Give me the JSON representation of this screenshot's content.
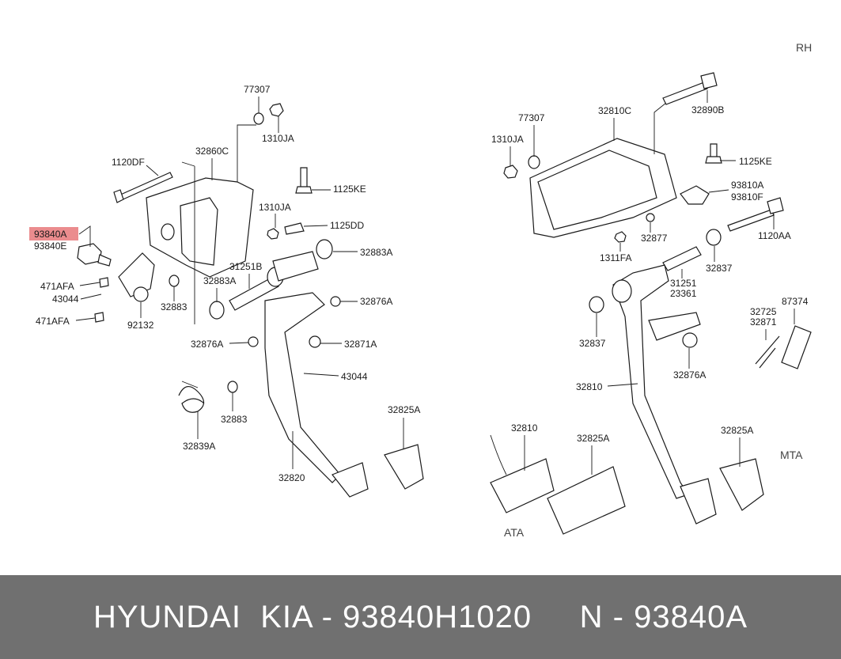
{
  "side_label": "RH",
  "variant_labels": {
    "mta": "MTA",
    "ata": "ATA"
  },
  "highlight_color": "#e8787a",
  "footer": {
    "text": "HYUNDAI  KIA - 93840H1020     N - 93840A",
    "background": "#707070"
  },
  "left_parts": {
    "p93840A": "93840A",
    "p93840E": "93840E",
    "p1120DF": "1120DF",
    "p32860C": "32860C",
    "p77307": "77307",
    "p1310JA_a": "1310JA",
    "p1125KE": "1125KE",
    "p1310JA_b": "1310JA",
    "p1125DD": "1125DD",
    "p471AFA_a": "471AFA",
    "p43044_a": "43044",
    "p471AFA_b": "471AFA",
    "p92132": "92132",
    "p32883_a": "32883",
    "p32883A_a": "32883A",
    "p31251B": "31251B",
    "p32883A_b": "32883A",
    "p32876A_a": "32876A",
    "p32876A_b": "32876A",
    "p32871A": "32871A",
    "p43044_b": "43044",
    "p32883_b": "32883",
    "p32839A": "32839A",
    "p32820": "32820",
    "p32825A": "32825A"
  },
  "right_parts": {
    "p77307": "77307",
    "p32810C": "32810C",
    "p32890B": "32890B",
    "p1310JA": "1310JA",
    "p1125KE": "1125KE",
    "p93810A": "93810A",
    "p93810F": "93810F",
    "p1120AA": "1120AA",
    "p32877": "32877",
    "p1311FA": "1311FA",
    "p32837_a": "32837",
    "p31251": "31251",
    "p23361": "23361",
    "p32837_b": "32837",
    "p32725": "32725",
    "p87374": "87374",
    "p32871": "32871",
    "p32876A": "32876A",
    "p32810_a": "32810",
    "p32810_b": "32810",
    "p32825A_a": "32825A",
    "p32825A_b": "32825A"
  }
}
